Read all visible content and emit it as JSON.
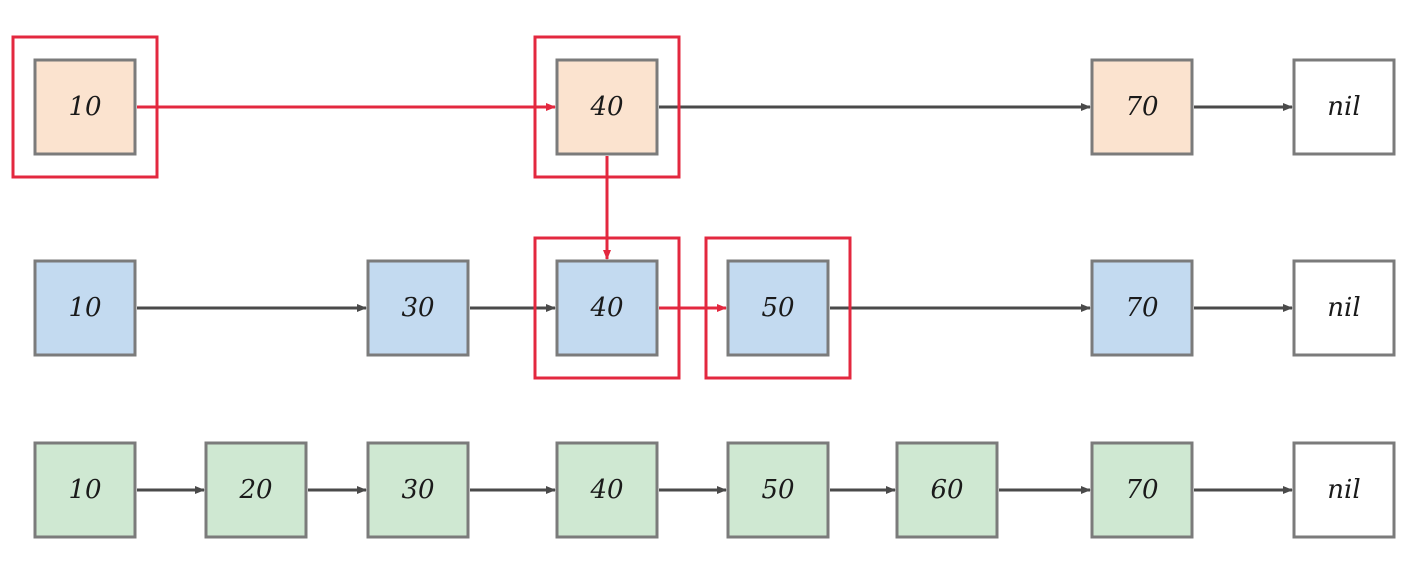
{
  "colors": {
    "level_top": "#fbe3cf",
    "level_middle": "#c3daf0",
    "level_bottom": "#cfe8d2",
    "nil_fill": "#ffffff",
    "search_path": "#e3283f",
    "link": "#4a4a4a",
    "node_border": "#7b7b7b"
  },
  "levels": [
    {
      "name": "top",
      "fill_key": "level_top",
      "nodes": [
        "10",
        "40",
        "70",
        "nil"
      ],
      "highlighted": [
        "10",
        "40"
      ],
      "red_links": [
        [
          "10",
          "40"
        ]
      ]
    },
    {
      "name": "middle",
      "fill_key": "level_middle",
      "nodes": [
        "10",
        "30",
        "40",
        "50",
        "70",
        "nil"
      ],
      "highlighted": [
        "40",
        "50"
      ],
      "red_links": [
        [
          "40",
          "50"
        ]
      ]
    },
    {
      "name": "bottom",
      "fill_key": "level_bottom",
      "nodes": [
        "10",
        "20",
        "30",
        "40",
        "50",
        "60",
        "70",
        "nil"
      ],
      "highlighted": [],
      "red_links": []
    }
  ],
  "search_down_links": [
    {
      "from_level": 0,
      "to_level": 1,
      "node": "40"
    }
  ]
}
